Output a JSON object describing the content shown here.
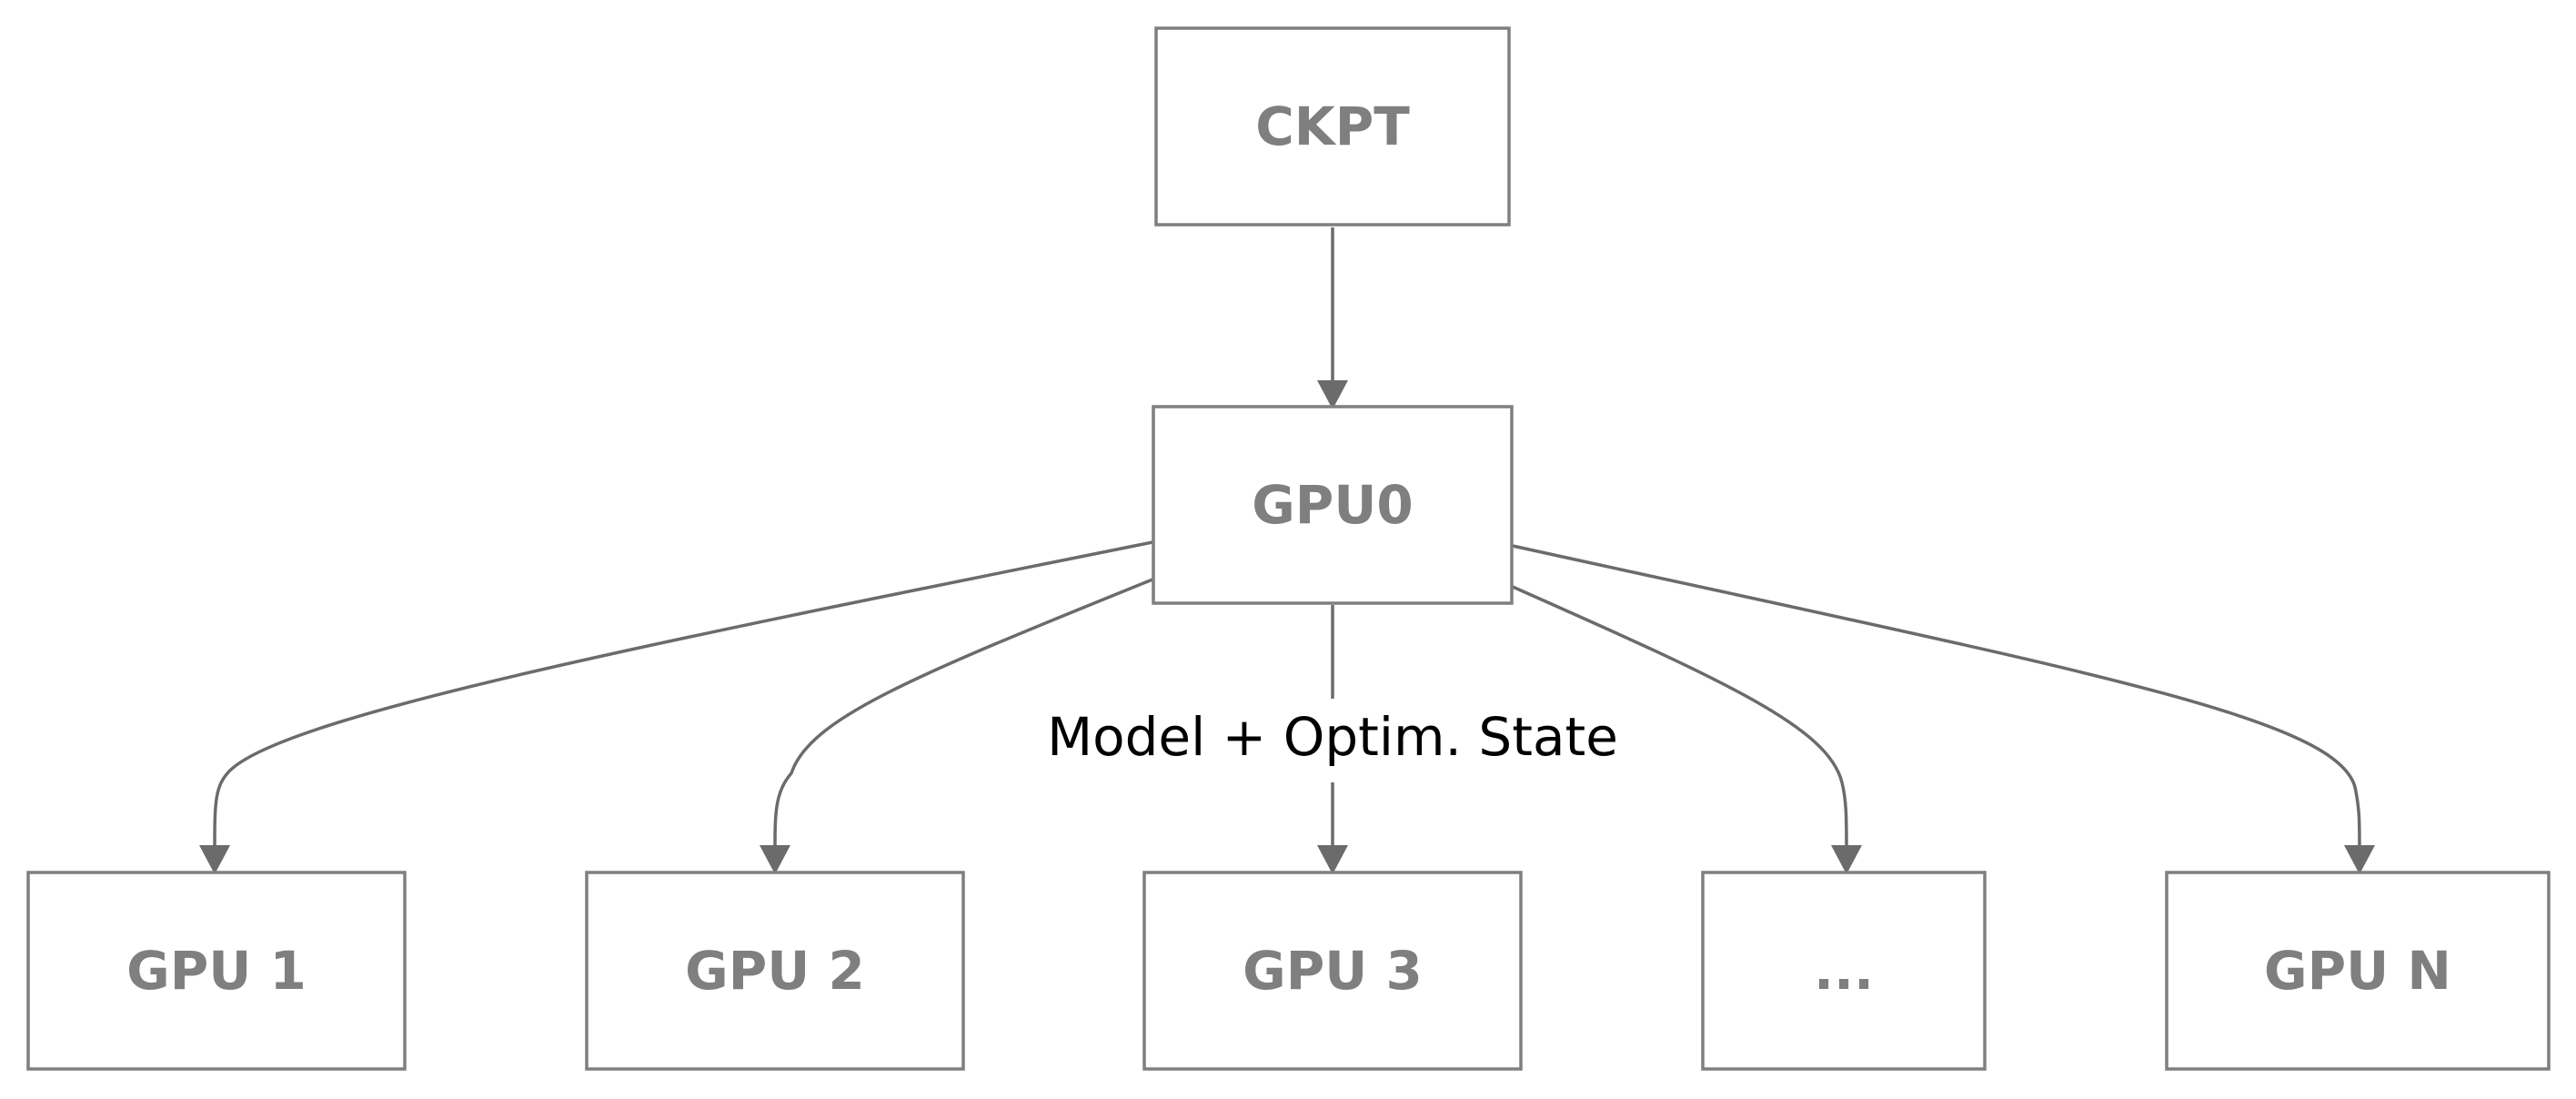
{
  "diagram": {
    "nodes": {
      "ckpt": "CKPT",
      "gpu0": "GPU0",
      "gpu1": "GPU 1",
      "gpu2": "GPU 2",
      "gpu3": "GPU 3",
      "gpu_more": "...",
      "gpun": "GPU N"
    },
    "edge_label": "Model + Optim. State"
  },
  "colors": {
    "node_border": "#7f7f7f",
    "node_text": "#7f7f7f",
    "edge": "#6b6b6b",
    "label_text": "#000000"
  }
}
